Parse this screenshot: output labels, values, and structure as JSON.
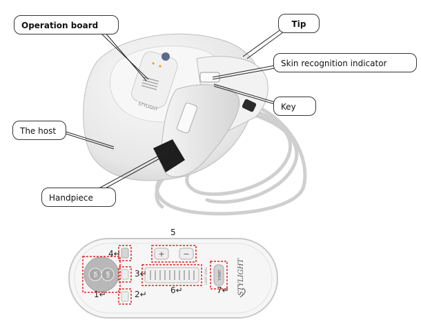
{
  "callouts": {
    "operation_board": "Operation board",
    "tip": "Tip",
    "skin_recognition": "Skin recognition indicator",
    "key": "Key",
    "host": "The host",
    "handpiece": "Handpiece"
  },
  "device": {
    "brand_text": "STYLIGHT",
    "panel_brand_text": "STYLIGHT"
  },
  "panel": {
    "group_label_5": "5",
    "label_1": "1↵",
    "label_2": "2↵",
    "label_3": "3↵",
    "label_4": "4↵",
    "label_6": "6↵",
    "label_7": "7↵",
    "left_button_top": "SR",
    "left_button_bottom": "HR",
    "plus": "+",
    "minus": "−",
    "start": "START",
    "light_level": "LIGHT LEVEL"
  },
  "colors": {
    "callout_border": "#333333",
    "dashed_box": "#e02020",
    "device_body": "#eeeeee",
    "cable_grey": "#d0d0d0"
  }
}
